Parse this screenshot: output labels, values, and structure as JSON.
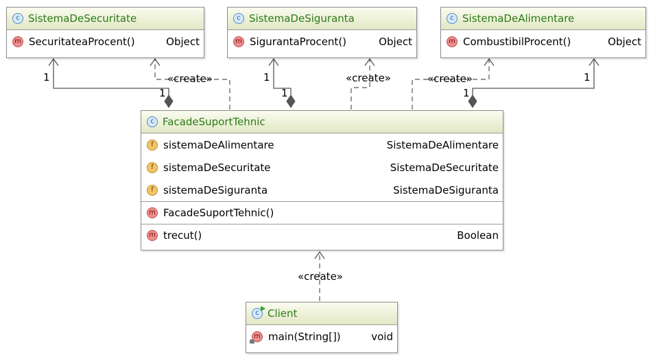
{
  "classes": {
    "securitate": {
      "name": "SistemaDeSecuritate",
      "methods": [
        {
          "name": "SecuritateaProcent()",
          "type": "Object"
        }
      ]
    },
    "siguranta": {
      "name": "SistemaDeSiguranta",
      "methods": [
        {
          "name": "SigurantaProcent()",
          "type": "Object"
        }
      ]
    },
    "alimentare": {
      "name": "SistemaDeAlimentare",
      "methods": [
        {
          "name": "CombustibilProcent()",
          "type": "Object"
        }
      ]
    },
    "facade": {
      "name": "FacadeSuportTehnic",
      "fields": [
        {
          "name": "sistemaDeAlimentare",
          "type": "SistemaDeAlimentare"
        },
        {
          "name": "sistemaDeSecuritate",
          "type": "SistemaDeSecuritate"
        },
        {
          "name": "sistemaDeSiguranta",
          "type": "SistemaDeSiguranta"
        }
      ],
      "constructor": {
        "name": "FacadeSuportTehnic()"
      },
      "methods": [
        {
          "name": "trecut()",
          "type": "Boolean"
        }
      ]
    },
    "client": {
      "name": "Client",
      "methods": [
        {
          "name": "main(String[])",
          "type": "void"
        }
      ]
    }
  },
  "icons": {
    "class": "c",
    "method": "m",
    "field": "f"
  },
  "relations": {
    "create_label": "«create»",
    "multiplicity_one": "1"
  },
  "colors": {
    "class_name": "#2c7a18",
    "header_top": "#fbfcf0",
    "header_bottom": "#e1e8c4",
    "border": "#8a8a8a",
    "line": "#555555"
  }
}
